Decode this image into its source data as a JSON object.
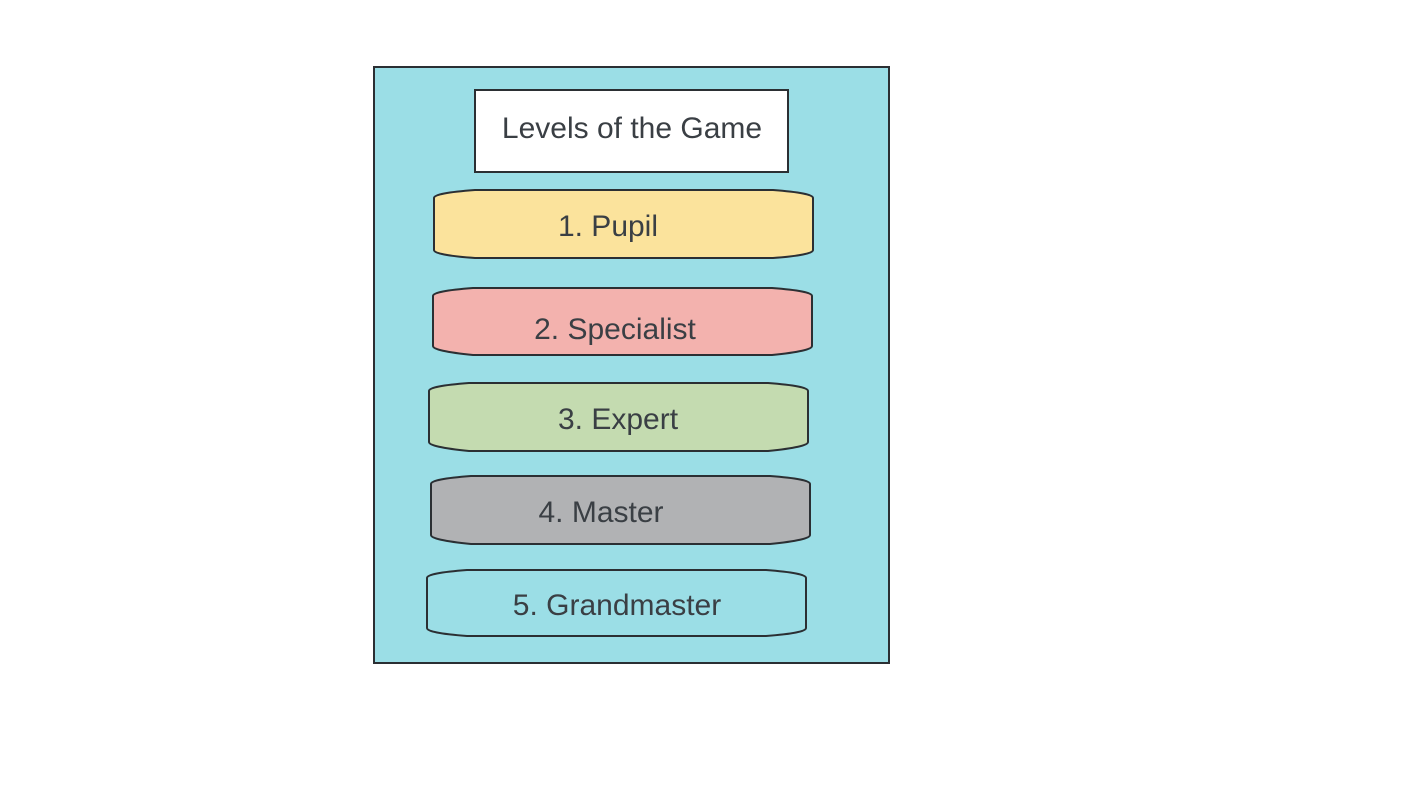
{
  "diagram": {
    "title": "Levels of the Game",
    "colors": {
      "container_fill": "#9bdee6",
      "title_fill": "#ffffff",
      "stroke": "#2b2f33",
      "text": "#3a3f44"
    },
    "levels": [
      {
        "label": "1. Pupil",
        "color": "#fbe39c"
      },
      {
        "label": "2. Specialist",
        "color": "#f3b2ae"
      },
      {
        "label": "3. Expert",
        "color": "#c4dbb0"
      },
      {
        "label": "4. Master",
        "color": "#b1b2b4"
      },
      {
        "label": "5. Grandmaster",
        "color": "#9bdee6"
      }
    ]
  }
}
